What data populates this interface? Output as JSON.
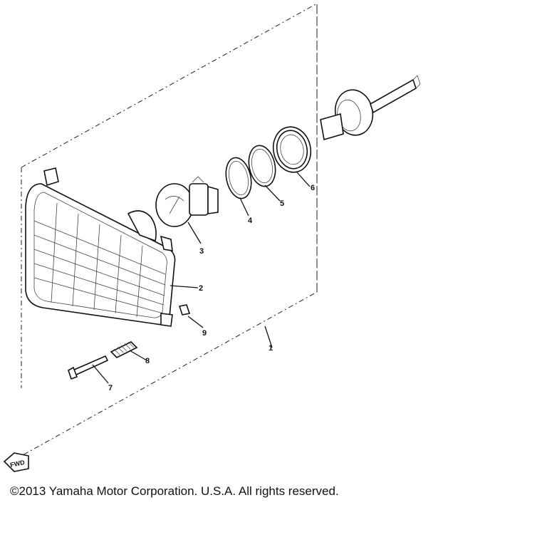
{
  "parts": [
    {
      "id": "1",
      "name": "housing-frame"
    },
    {
      "id": "2",
      "name": "headlight-unit"
    },
    {
      "id": "3",
      "name": "bulb"
    },
    {
      "id": "4",
      "name": "thin-ring"
    },
    {
      "id": "5",
      "name": "ring"
    },
    {
      "id": "6",
      "name": "threaded-ring"
    },
    {
      "id": "7",
      "name": "screw"
    },
    {
      "id": "8",
      "name": "spring"
    },
    {
      "id": "9",
      "name": "nut"
    }
  ],
  "fwd_label": "FWD",
  "copyright": "©2013 Yamaha Motor Corporation. U.S.A. All rights reserved."
}
